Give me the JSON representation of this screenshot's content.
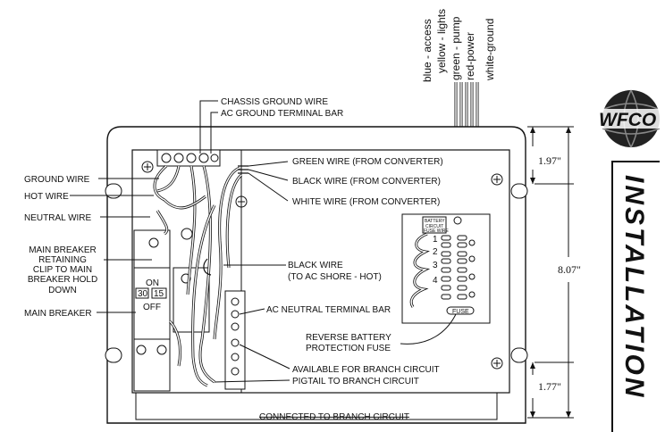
{
  "wire_colors": {
    "blue": "blue - access",
    "yellow": "yellow - lights",
    "green": "green - pump",
    "red": "red-power",
    "white": "white-ground"
  },
  "callouts_top": {
    "chassis_ground": "CHASSIS GROUND WIRE",
    "ac_ground_bar": "AC GROUND TERMINAL BAR"
  },
  "callouts_left": {
    "ground_wire": "GROUND WIRE",
    "hot_wire": "HOT WIRE",
    "neutral_wire": "NEUTRAL WIRE",
    "retaining_clip": [
      "MAIN BREAKER",
      "RETAINING",
      "CLIP TO MAIN",
      "BREAKER HOLD",
      "DOWN"
    ],
    "main_breaker": "MAIN BREAKER"
  },
  "callouts_right": {
    "green_wire": "GREEN WIRE (FROM CONVERTER)",
    "black_wire": "BLACK WIRE  (FROM CONVERTER)",
    "white_wire": "WHITE WIRE  (FROM CONVERTER)",
    "black_shore_1": "BLACK WIRE",
    "black_shore_2": "(TO AC SHORE - HOT)",
    "ac_neutral_bar": "AC NEUTRAL TERMINAL BAR",
    "reverse_fuse_1": "REVERSE BATTERY",
    "reverse_fuse_2": "PROTECTION FUSE",
    "available_branch": "AVAILABLE FOR BRANCH CIRCUIT",
    "pigtail_branch": "PIGTAIL TO BRANCH CIRCUIT"
  },
  "breaker": {
    "on": "ON",
    "amp_30": "30",
    "amp_15": "15",
    "off": "OFF"
  },
  "fuse_panel": {
    "header_1": "BATTERY",
    "header_2": "CIRCUIT",
    "header_3": "FUSE WIRE",
    "fuse_label": "FUSE",
    "numbers": [
      "1",
      "2",
      "3",
      "4"
    ]
  },
  "bottom_text": "CONNECTED TO    BRANCH CIRCUIT",
  "dimensions": {
    "top": "1.97\"",
    "overall": "8.07\"",
    "bottom": "1.77\""
  },
  "logo_text": "WFCO",
  "section_title": "INSTALLATION"
}
